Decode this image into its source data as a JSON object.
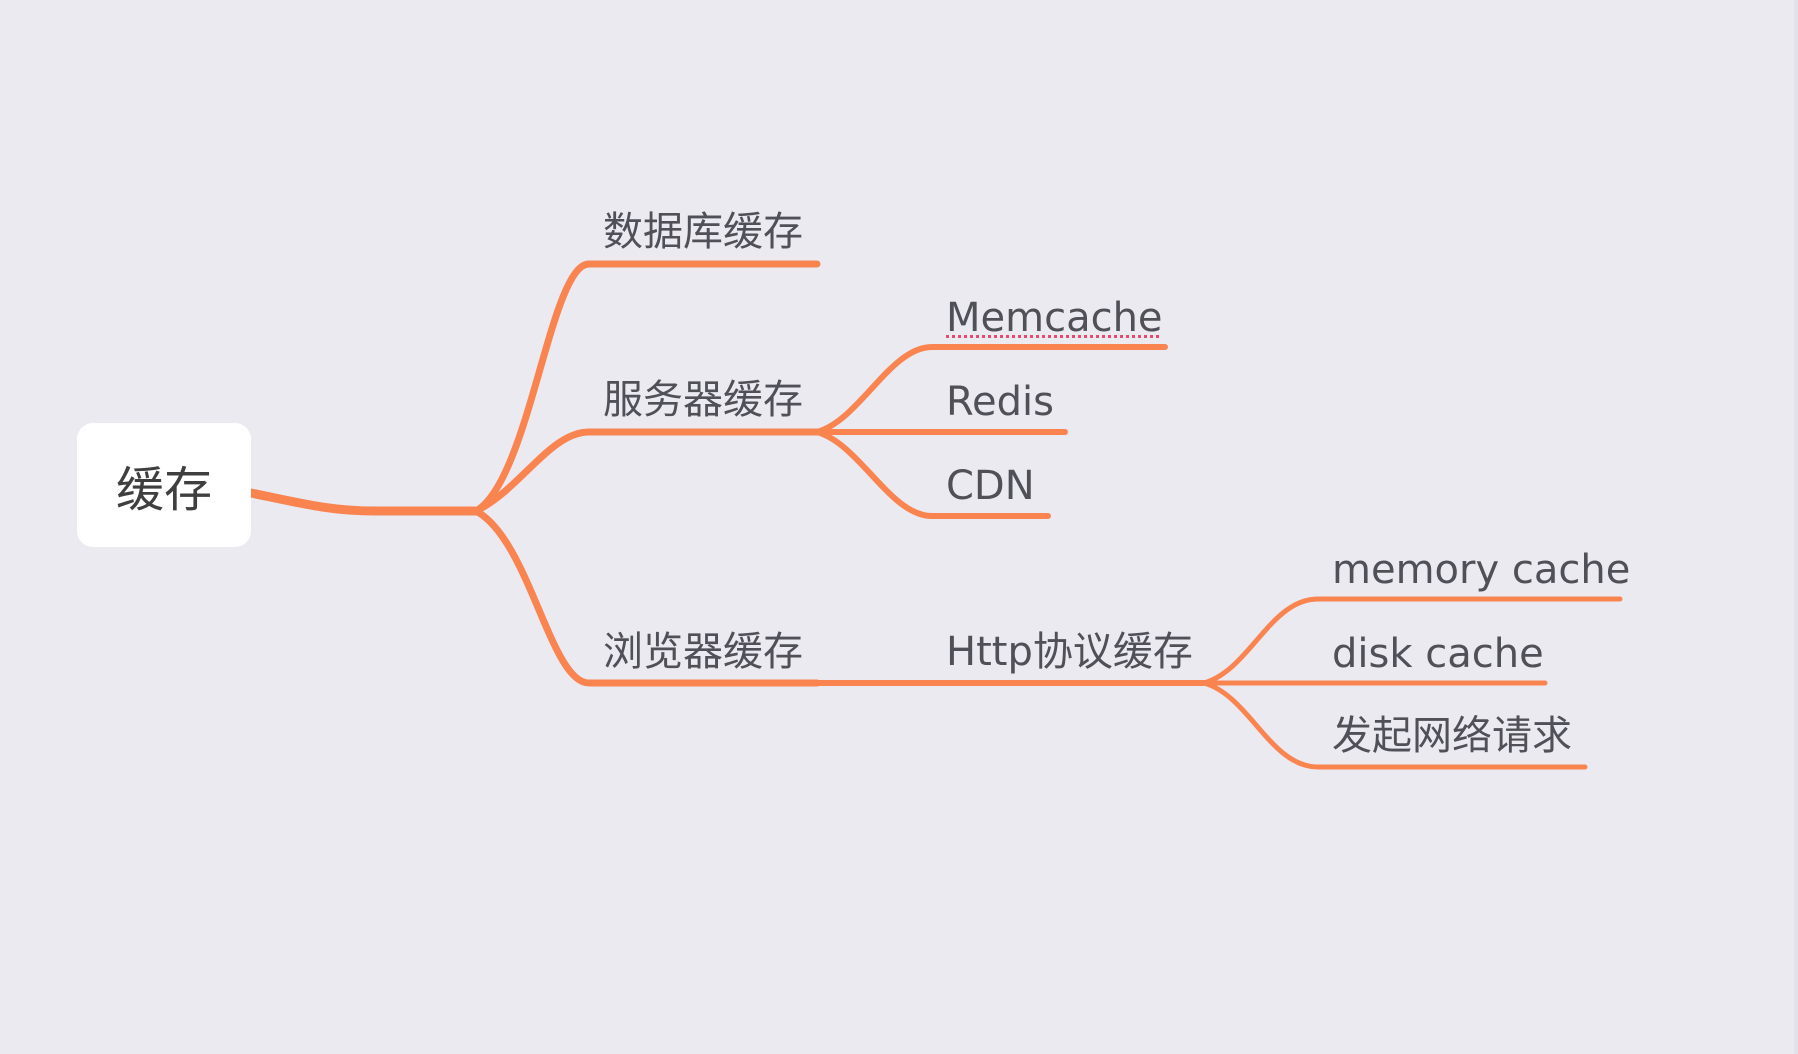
{
  "mindmap": {
    "root": {
      "label": "缓存"
    },
    "branches": [
      {
        "id": "db",
        "label": "数据库缓存",
        "children": []
      },
      {
        "id": "server",
        "label": "服务器缓存",
        "children": [
          {
            "id": "memcache",
            "label": "Memcache",
            "spellcheck_flag": true
          },
          {
            "id": "redis",
            "label": "Redis"
          },
          {
            "id": "cdn",
            "label": "CDN"
          }
        ]
      },
      {
        "id": "browser",
        "label": "浏览器缓存",
        "children": [
          {
            "id": "http",
            "label": "Http协议缓存",
            "children": [
              {
                "id": "memory",
                "label": "memory cache"
              },
              {
                "id": "disk",
                "label": "disk cache"
              },
              {
                "id": "network",
                "label": "发起网络请求"
              }
            ]
          }
        ]
      }
    ]
  },
  "colors": {
    "background": "#ECEAF1",
    "connector": "#F9844F",
    "root_fill": "#FFFFFF",
    "text": "#505058",
    "root_text": "#3F3F3F",
    "spellcheck": "#E34A6B"
  }
}
